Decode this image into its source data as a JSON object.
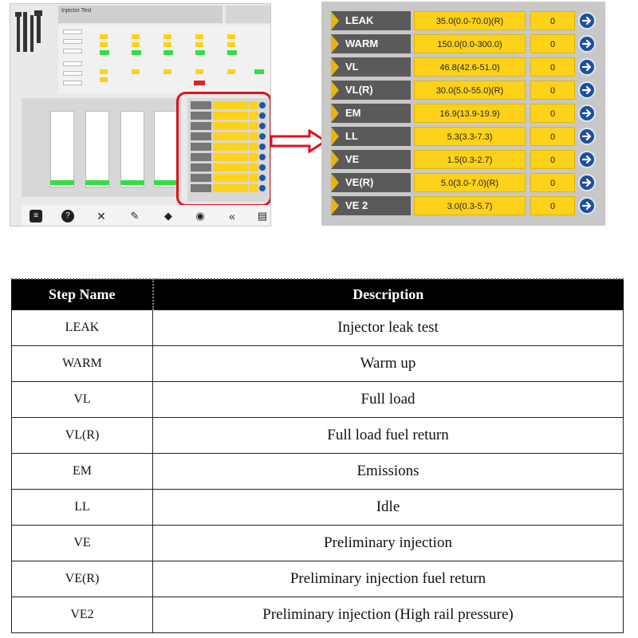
{
  "screenshot": {
    "title": "Injector Test",
    "steps_mini": [
      "LEAK",
      "WARM",
      "VL",
      "VL(R)",
      "EM",
      "LL",
      "VE",
      "VE(R)",
      "VE 2"
    ]
  },
  "step_panel": {
    "rows": [
      {
        "name": "LEAK",
        "range": "35.0(0.0-70.0)(R)",
        "count": "0"
      },
      {
        "name": "WARM",
        "range": "150.0(0.0-300.0)",
        "count": "0"
      },
      {
        "name": "VL",
        "range": "46.8(42.6-51.0)",
        "count": "0"
      },
      {
        "name": "VL(R)",
        "range": "30.0(5.0-55.0)(R)",
        "count": "0"
      },
      {
        "name": "EM",
        "range": "16.9(13.9-19.9)",
        "count": "0"
      },
      {
        "name": "LL",
        "range": "5.3(3.3-7.3)",
        "count": "0"
      },
      {
        "name": "VE",
        "range": "1.5(0.3-2.7)",
        "count": "0"
      },
      {
        "name": "VE(R)",
        "range": "5.0(3.0-7.0)(R)",
        "count": "0"
      },
      {
        "name": "VE 2",
        "range": "3.0(0.3-5.7)",
        "count": "0"
      }
    ]
  },
  "table": {
    "headers": [
      "Step Name",
      "Description"
    ],
    "rows": [
      [
        "LEAK",
        "Injector leak test"
      ],
      [
        "WARM",
        "Warm up"
      ],
      [
        "VL",
        "Full load"
      ],
      [
        "VL(R)",
        "Full load fuel return"
      ],
      [
        "EM",
        "Emissions"
      ],
      [
        "LL",
        "Idle"
      ],
      [
        "VE",
        "Preliminary injection"
      ],
      [
        "VE(R)",
        "Preliminary injection fuel return"
      ],
      [
        "VE2",
        "Preliminary injection (High rail pressure)"
      ]
    ]
  },
  "colors": {
    "step_yellow": "#ffd21a",
    "step_name_bg": "#5a5a5a",
    "go_button": "#1d4f9e",
    "highlight_red": "#e3101a"
  },
  "icons": [
    "arrow-right-icon",
    "print-icon",
    "help-icon",
    "tools-icon",
    "back-icon"
  ]
}
